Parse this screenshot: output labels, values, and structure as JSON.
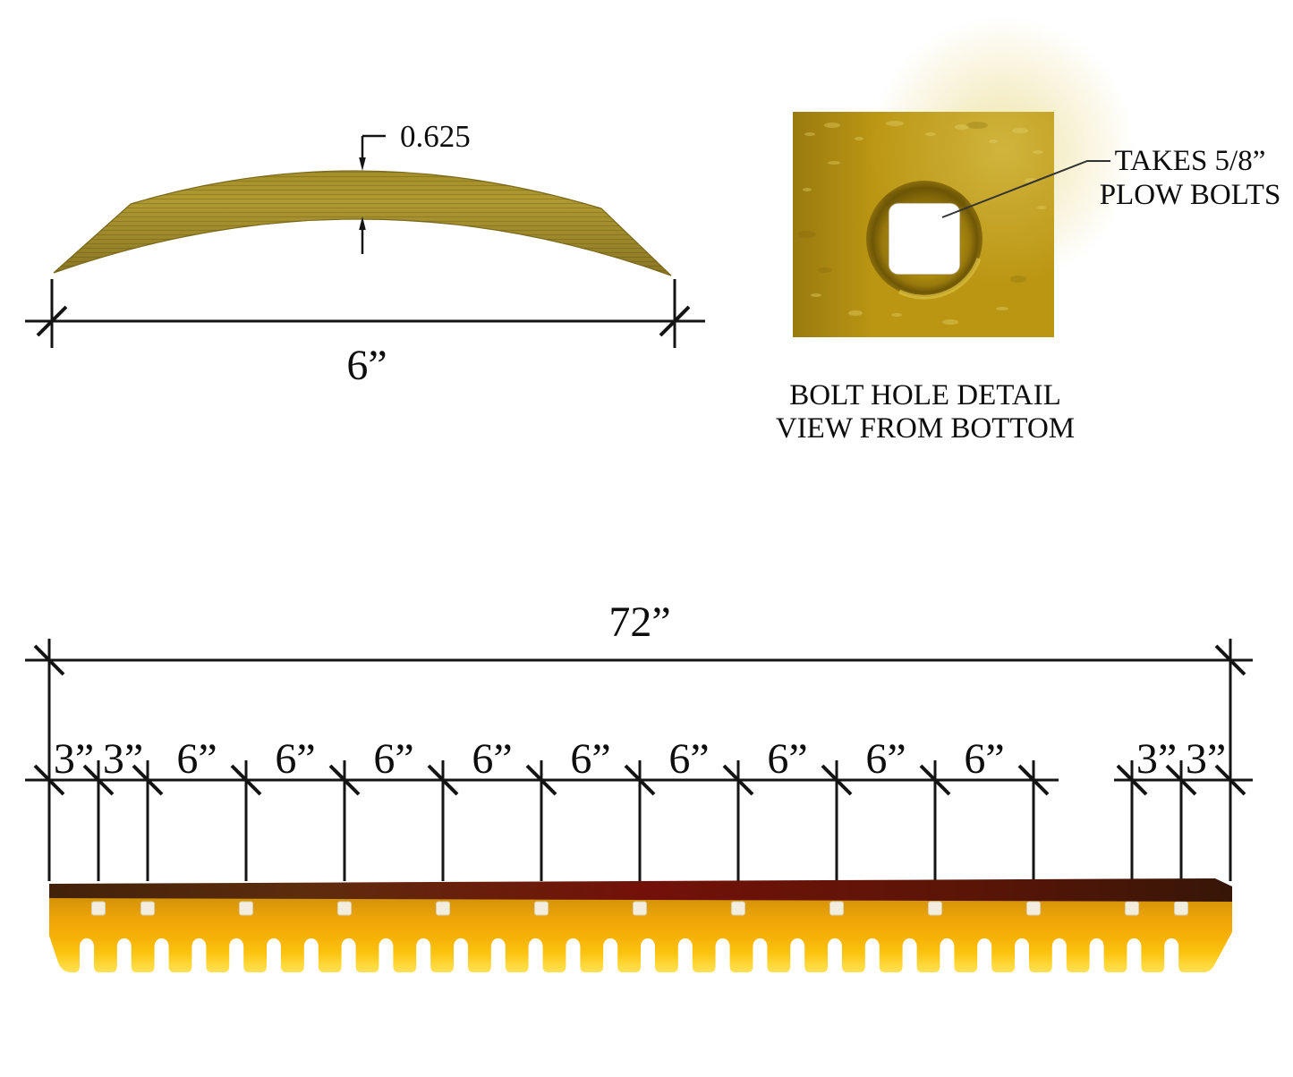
{
  "figure_cross_section": {
    "thickness_label": "0.625",
    "width_label": "6”",
    "band_color": "#a8922a"
  },
  "figure_bolt_hole": {
    "callout_line1": "TAKES 5/8”",
    "callout_line2": "PLOW BOLTS",
    "caption_line1": "BOLT HOLE DETAIL",
    "caption_line2": "VIEW FROM BOTTOM",
    "plate_color": "#bb9613",
    "hole_color": "#ffffff"
  },
  "figure_blade": {
    "total_width_label": "72”",
    "tick_positions_inches": [
      0,
      3,
      6,
      12,
      18,
      24,
      30,
      36,
      42,
      48,
      54,
      60,
      66,
      69,
      72
    ],
    "segment_labels": [
      {
        "from": 0,
        "to": 3,
        "label": "3”"
      },
      {
        "from": 3,
        "to": 6,
        "label": "3”"
      },
      {
        "from": 6,
        "to": 12,
        "label": "6”"
      },
      {
        "from": 12,
        "to": 18,
        "label": "6”"
      },
      {
        "from": 18,
        "to": 24,
        "label": "6”"
      },
      {
        "from": 24,
        "to": 30,
        "label": "6”"
      },
      {
        "from": 30,
        "to": 36,
        "label": "6”"
      },
      {
        "from": 36,
        "to": 42,
        "label": "6”"
      },
      {
        "from": 42,
        "to": 48,
        "label": "6”"
      },
      {
        "from": 48,
        "to": 54,
        "label": "6”"
      },
      {
        "from": 54,
        "to": 60,
        "label": "6”"
      },
      {
        "from": 66,
        "to": 69,
        "label": "3”"
      },
      {
        "from": 69,
        "to": 72,
        "label": "3”"
      }
    ],
    "bolt_hole_positions_inches": [
      3,
      6,
      12,
      18,
      24,
      30,
      36,
      42,
      48,
      54,
      60,
      66,
      69
    ],
    "blade_face_color": "#f2a908",
    "blade_top_color": "#5e2c0c",
    "tooth_highlight_color": "#ffd83a"
  }
}
